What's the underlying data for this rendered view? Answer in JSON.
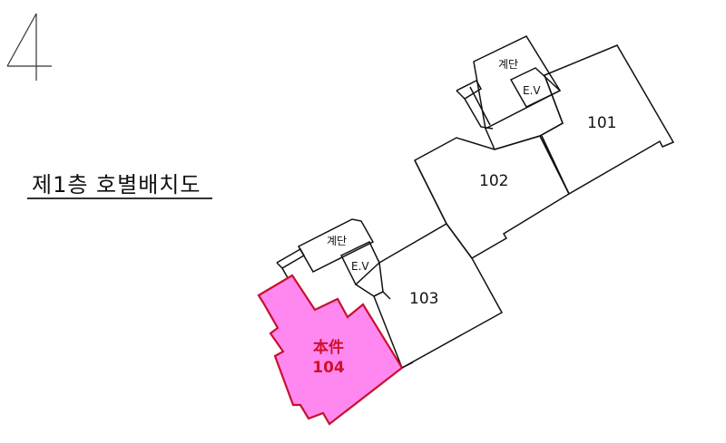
{
  "floor_marker": "4",
  "title": "제1층 호별배치도",
  "units": [
    {
      "id": "101",
      "label": "101"
    },
    {
      "id": "102",
      "label": "102"
    },
    {
      "id": "103",
      "label": "103"
    },
    {
      "id": "104",
      "label": "104",
      "tag": "本件",
      "highlighted": true
    }
  ],
  "cores": {
    "top": {
      "stair": "계단",
      "elevator": "E.V"
    },
    "bottom": {
      "stair": "계단",
      "elevator": "E.V"
    }
  },
  "colors": {
    "highlight_fill": "#ff88f0",
    "highlight_stroke": "#c8102e",
    "line": "#111111"
  }
}
